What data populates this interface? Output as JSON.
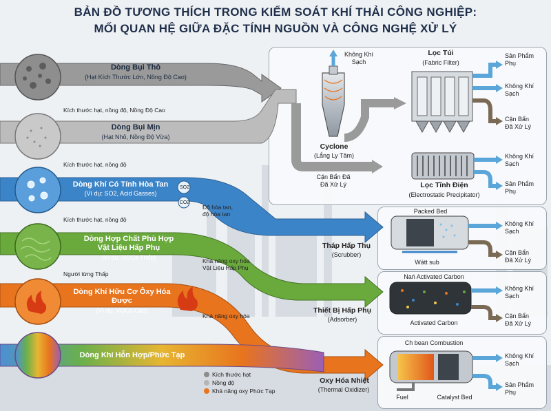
{
  "title": {
    "line1": "BẢN ĐỒ TƯƠNG THÍCH TRONG KIỂM SOÁT KHÍ THẢI CÔNG NGHIỆP:",
    "line2": "MỐI QUAN HỆ GIỮA ĐẶC TÍNH NGUỒN VÀ CÔNG NGHỆ XỬ LÝ"
  },
  "streams": [
    {
      "title": "Dòng Bụi Thô",
      "sub": "(Hạt Kích Thước Lớn, Nồng Độ Cao)",
      "note": "Kích thước hạt, nồng độ, Nồng Độ Cao",
      "color": "#9a9a9a"
    },
    {
      "title": "Dòng Bụi Mịn",
      "sub": "(Hạt Nhỏ, Nồng Độ Vừa)",
      "note": "Kích thước hạt, nồng độ",
      "color": "#b9b9b9"
    },
    {
      "title": "Dòng Khí Có Tính Hòa Tan",
      "sub": "(Ví dụ: SO2, Acid Gasses)",
      "note": "Kích thước hạt, nồng độ",
      "color": "#3c84c8"
    },
    {
      "title": "Dòng Hợp Chất Phù Hợp",
      "title2": "Vật Liệu Hấp Phụ",
      "sub": "(Ví dụ: VOCs Thấp)",
      "note": "Người từng Thấp",
      "color": "#6aaa3c"
    },
    {
      "title": "Dòng Khí Hữu Cơ Ôxy Hóa",
      "title2": "Được",
      "sub": "(Ví dụ: VOCs Cao)",
      "note": "",
      "color": "#e8741e"
    },
    {
      "title": "Dòng Khí Hỗn Hợp/Phức Tạp",
      "sub": "",
      "note": "",
      "color": "#8a5fb0"
    }
  ],
  "mid_notes": {
    "soluble_1": "Độ hòa tan,",
    "soluble_2": "độ hòa tan",
    "oxid_1": "Khả năng oxy hóa",
    "oxid_2": "Vật Liệu Hấp Phụ",
    "oxid_3": "Khả năng oxy hóa"
  },
  "cyclone": {
    "clean_air_1": "Không Khí",
    "clean_air_2": "Sạch",
    "name": "Cyclone",
    "sub": "(Lắng Ly Tâm)",
    "dust_1": "Cặn Bẩn Đã",
    "dust_2": "Đã Xử Lý"
  },
  "fabric_filter": {
    "name": "Lọc Túi",
    "sub": "(Fabric Filter)",
    "out1_1": "Sản Phẩm",
    "out1_2": "Phụ",
    "out2_1": "Không Khí",
    "out2_2": "Sạch",
    "out3_1": "Cặn Bẩn",
    "out3_2": "Đã Xử Lý"
  },
  "esp": {
    "name": "Lọc Tĩnh Điện",
    "sub": "(Electrostatic Precipitator)",
    "out1_1": "Không Khí",
    "out1_2": "Sạch",
    "out2_1": "Sản Phẩm",
    "out2_2": "Phụ"
  },
  "scrubber": {
    "top_label": "Packed Bed",
    "bottom_label": "Wátt sub",
    "name": "Tháp Hấp Thụ",
    "sub": "(Scrubber)",
    "out1_1": "Không Khí",
    "out1_2": "Sạch",
    "out2_1": "Cặn Bẩn",
    "out2_2": "Đã Xử Lý"
  },
  "adsorber": {
    "top_label": "Nań Activated Carbon",
    "bottom_label": "Activated Carbon",
    "name": "Thiết Bị Hấp Phụ",
    "sub": "(Adsorber)",
    "out1_1": "Không Khí",
    "out1_2": "Sạch",
    "out2_1": "Cặn Bẩn",
    "out2_2": "Đã Xử Lý"
  },
  "oxidizer": {
    "top_label": "Ch bean Combustion",
    "fuel": "Fuel",
    "catalyst": "Catalyst Bed",
    "name": "Oxy Hóa Nhiệt",
    "sub": "(Thermal Oxidizer)",
    "out1_1": "Không Khí",
    "out1_2": "Sạch",
    "out2_1": "Sản Phẩm",
    "out2_2": "Phụ"
  },
  "legend": [
    {
      "label": "Kích thước hạt",
      "color": "#8c8c8c"
    },
    {
      "label": "Nồng độ",
      "color": "#b5b5b5"
    },
    {
      "label": "Khả năng oxy Phức Tạp",
      "color": "#e8741e"
    }
  ],
  "chem": {
    "so2": "SO2",
    "co2": "CO2"
  },
  "colors": {
    "coarse": "#9a9a9a",
    "fine": "#b9b9b9",
    "soluble": "#3c84c8",
    "adsorb": "#6aaa3c",
    "oxid": "#e8741e",
    "mixed": "#8a5fb0",
    "clean": "#5aa6d8",
    "residue": "#7a6a55"
  }
}
